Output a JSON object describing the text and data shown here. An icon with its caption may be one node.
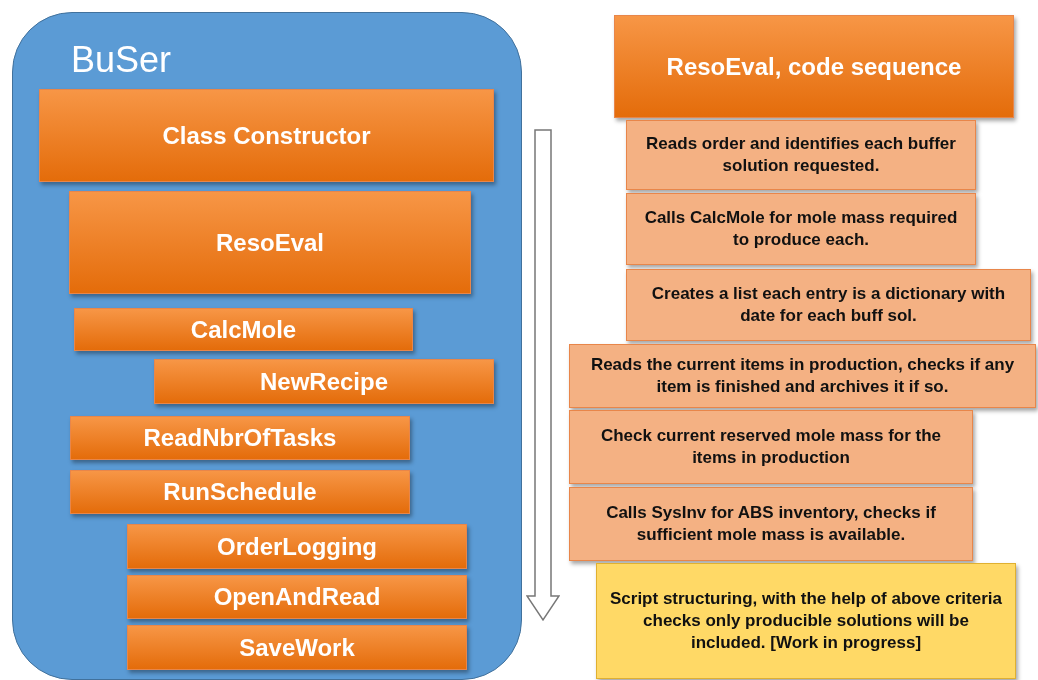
{
  "diagram": {
    "nodes": [
      {
        "text": [
          "BuSer"
        ]
      },
      {
        "text": [
          "Class Constructor"
        ],
        "in": 0
      },
      {
        "text": [
          "ResoEval"
        ],
        "in": 0
      },
      {
        "text": [
          "CalcMole"
        ],
        "in": 0
      },
      {
        "text": [
          "NewRecipe"
        ],
        "in": 0
      },
      {
        "text": [
          "ReadNbrOfTasks"
        ],
        "in": 0
      },
      {
        "text": [
          "RunSchedule"
        ],
        "in": 0
      },
      {
        "text": [
          "OrderLogging"
        ],
        "in": 0
      },
      {
        "text": [
          "OpenAndRead"
        ],
        "in": 0
      },
      {
        "text": [
          "SaveWork"
        ],
        "in": 0
      },
      {
        "text": [
          "ResoEval, code sequence"
        ]
      },
      {
        "text": [
          "Reads order and identifies each buffer solution requested."
        ]
      },
      {
        "text": [
          "Calls CalcMole for mole mass required to produce each."
        ]
      },
      {
        "text": [
          "Creates a list each entry is a dictionary with date for each buff sol."
        ]
      },
      {
        "text": [
          "Reads the current items in production, checks if any item is finished and archives it if so."
        ]
      },
      {
        "text": [
          "Check current reserved mole mass for the items in production"
        ]
      },
      {
        "text": [
          "Calls SysInv for ABS inventory, checks if sufficient mole mass is available."
        ]
      },
      {
        "text": [
          "Script structuring, with the help of above criteria checks only producible solutions will be included. [Work in progress]"
        ]
      }
    ]
  }
}
